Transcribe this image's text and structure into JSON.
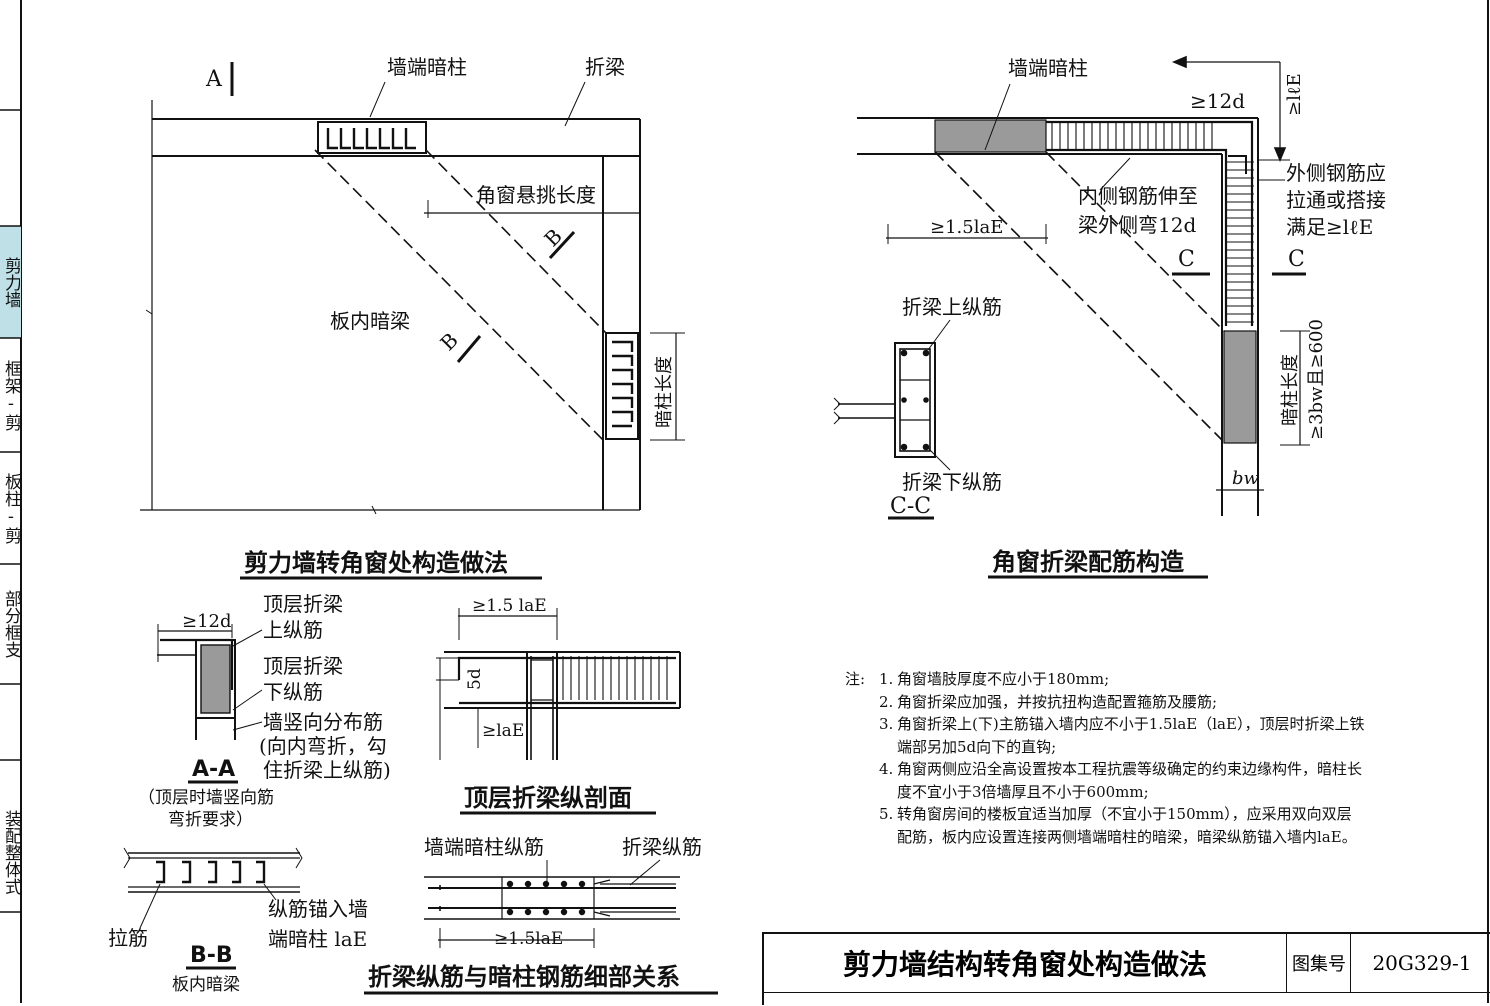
{
  "side_tabs": [
    {
      "label": "剪力墙",
      "active": true
    },
    {
      "label": "框架-剪",
      "active": false
    },
    {
      "label": "板柱-剪",
      "active": false
    },
    {
      "label": "部分框支",
      "active": false
    },
    {
      "label": "装配整体式",
      "active": false
    }
  ],
  "fig1": {
    "title": "剪力墙转角窗处构造做法",
    "label_A": "A",
    "label_wall_col": "墙端暗柱",
    "label_fold_beam": "折梁",
    "label_cantilever": "角窗悬挑长度",
    "label_B_upper": "B",
    "label_B_lower": "B",
    "label_slab_beam": "板内暗梁",
    "label_col_length": "暗柱长度"
  },
  "fig2": {
    "title": "角窗折梁配筋构造",
    "label_wall_col": "墙端暗柱",
    "label_12d": "≥12d",
    "label_lle": "≥lℓE",
    "label_outer_1": "外侧钢筋应",
    "label_outer_2": "拉通或搭接",
    "label_outer_3": "满足≥lℓE",
    "label_inner_1": "内侧钢筋伸至",
    "label_inner_2": "梁外侧弯12d",
    "label_15lae": "≥1.5laE",
    "label_C1": "C",
    "label_C2": "C",
    "label_top_bar": "折梁上纵筋",
    "label_bot_bar": "折梁下纵筋",
    "label_CC": "C-C",
    "label_col_1": "暗柱长度",
    "label_col_2": "≥3bw且≥600",
    "label_bw": "bw"
  },
  "fig3": {
    "title": "A-A",
    "label_12d": "≥12d",
    "label_top1": "顶层折梁",
    "label_top2": "上纵筋",
    "label_bot1": "顶层折梁",
    "label_bot2": "下纵筋",
    "label_v1": "墙竖向分布筋",
    "label_v2": "(向内弯折，勾",
    "label_v3": "住折梁上纵筋)",
    "caption1": "（顶层时墙竖向筋",
    "caption2": "弯折要求）"
  },
  "fig4": {
    "title": "顶层折梁纵剖面",
    "label_15lae": "≥1.5 laE",
    "label_5d": "5d",
    "label_lae": "≥laE"
  },
  "fig5": {
    "title": "B-B",
    "subtitle": "板内暗梁",
    "label_tie": "拉筋",
    "label_anchor1": "纵筋锚入墙",
    "label_anchor2": "端暗柱 laE"
  },
  "fig6": {
    "title": "折梁纵筋与暗柱钢筋细部关系",
    "label_col_bar": "墙端暗柱纵筋",
    "label_beam_bar": "折梁纵筋",
    "label_15lae": "≥1.5laE"
  },
  "notes": {
    "lead": "注:",
    "items": [
      {
        "num": "1.",
        "text": "角窗墙肢厚度不应小于180mm;"
      },
      {
        "num": "2.",
        "text": "角窗折梁应加强，并按抗扭构造配置箍筋及腰筋;"
      },
      {
        "num": "3.",
        "text": "角窗折梁上(下)主筋锚入墙内应不小于1.5laE（laE），顶层时折梁上铁端部另加5d向下的直钩;"
      },
      {
        "num": "4.",
        "text": "角窗两侧应沿全高设置按本工程抗震等级确定的约束边缘构件，暗柱长度不宜小于3倍墙厚且不小于600mm;"
      },
      {
        "num": "5.",
        "text": "转角窗房间的楼板宜适当加厚（不宜小于150mm），应采用双向双层配筋，板内应设置连接两侧墙端暗柱的暗梁，暗梁纵筋锚入墙内laE。"
      }
    ]
  },
  "title_block": {
    "main_title": "剪力墙结构转角窗处构造做法",
    "atlas_label": "图集号",
    "atlas_code": "20G329-1"
  }
}
